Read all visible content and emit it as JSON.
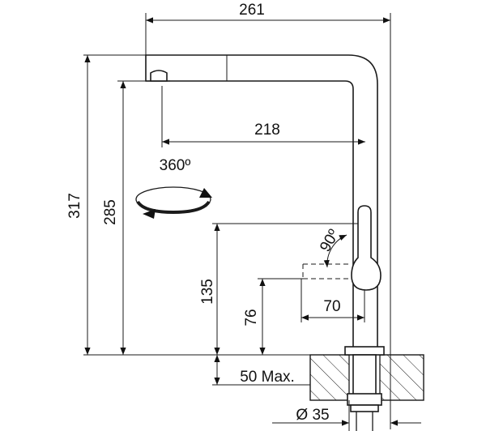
{
  "dimensions": {
    "width_total": "261",
    "height_total": "317",
    "spout_height": "285",
    "spout_reach": "218",
    "lever_height": "135",
    "lever_clearance": "76",
    "lever_reach": "70",
    "rotation": "360º",
    "lever_angle": "90º",
    "mount_thickness": "50 Max.",
    "hole_diameter": "Ø 35"
  }
}
